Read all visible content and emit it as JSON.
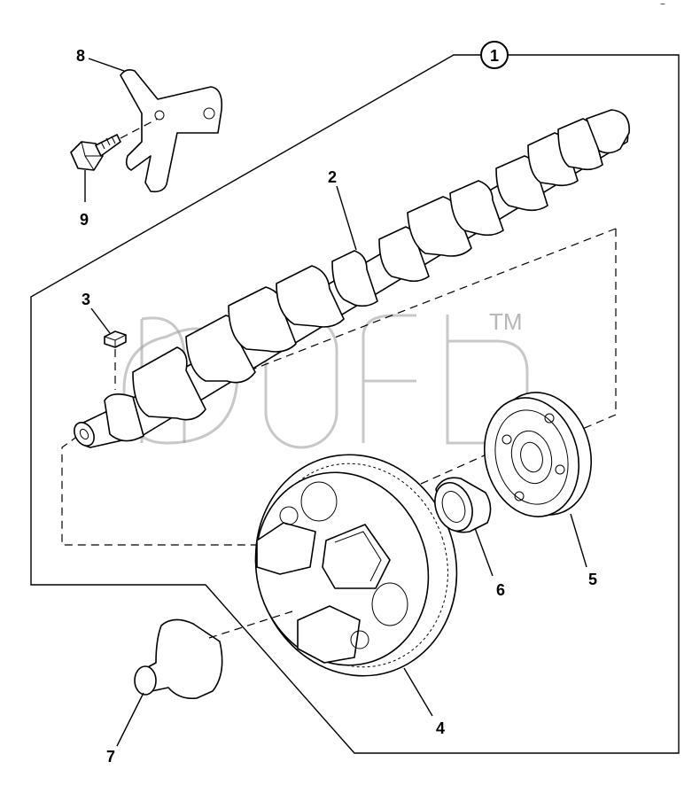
{
  "diagram": {
    "callouts": {
      "assembly": "1",
      "camshaft": "2",
      "key": "3",
      "gear": "4",
      "bearing": "5",
      "spacer": "6",
      "cap": "7",
      "plate": "8",
      "bolt": "9"
    },
    "watermark_mark": "TM",
    "corner_mark": "~"
  }
}
